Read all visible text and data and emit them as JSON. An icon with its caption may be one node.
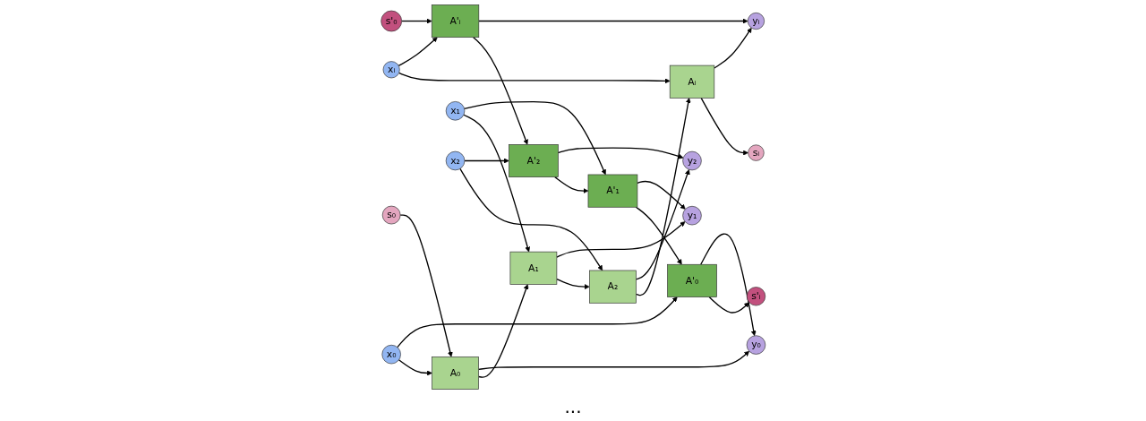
{
  "diagram": {
    "nodes": [
      {
        "text": [
          "y₀"
        ]
      },
      {
        "text": [
          "y₁"
        ]
      },
      {
        "text": [
          "y₂"
        ]
      },
      {
        "text": [
          "yᵢ"
        ]
      },
      {
        "text": [
          "s'ᵢ"
        ]
      },
      {
        "text": [
          "A'₀"
        ]
      },
      {
        "text": [
          "A'₁"
        ]
      },
      {
        "text": [
          "A'₂"
        ]
      },
      {
        "text": [
          "A'ᵢ"
        ]
      },
      {
        "text": [
          "s'₀"
        ]
      },
      {
        "text": [
          "s₀"
        ]
      },
      {
        "text": [
          "A₀"
        ]
      },
      {
        "text": [
          "A₁"
        ]
      },
      {
        "text": [
          "A₂"
        ]
      },
      {
        "text": [
          "Aᵢ"
        ]
      },
      {
        "text": [
          "sᵢ"
        ]
      },
      {
        "text": [
          "x₀"
        ]
      },
      {
        "text": [
          "x₁"
        ]
      },
      {
        "text": [
          "x₂"
        ]
      },
      {
        "text": [
          "xᵢ"
        ]
      }
    ],
    "edges": [
      {
        "from": 10,
        "to": 11,
        "arrow": "to"
      },
      {
        "from": 11,
        "to": 12,
        "arrow": "to"
      },
      {
        "from": 12,
        "to": 13,
        "arrow": "to"
      },
      {
        "from": 13,
        "to": 14,
        "arrow": "to"
      },
      {
        "from": 14,
        "to": 15,
        "arrow": "to"
      },
      {
        "from": 9,
        "to": 8,
        "arrow": "to"
      },
      {
        "from": 8,
        "to": 7,
        "arrow": "to"
      },
      {
        "from": 7,
        "to": 6,
        "arrow": "to"
      },
      {
        "from": 6,
        "to": 5,
        "arrow": "to"
      },
      {
        "from": 5,
        "to": 4,
        "arrow": "to"
      },
      {
        "from": 16,
        "to": 11,
        "arrow": "to"
      },
      {
        "from": 16,
        "to": 5,
        "arrow": "to"
      },
      {
        "from": 17,
        "to": 12,
        "arrow": "to"
      },
      {
        "from": 17,
        "to": 6,
        "arrow": "to"
      },
      {
        "from": 18,
        "to": 13,
        "arrow": "to"
      },
      {
        "from": 18,
        "to": 7,
        "arrow": "to"
      },
      {
        "from": 19,
        "to": 14,
        "arrow": "to"
      },
      {
        "from": 19,
        "to": 8,
        "arrow": "to"
      },
      {
        "from": 5,
        "to": 0,
        "arrow": "to"
      },
      {
        "from": 11,
        "to": 0,
        "arrow": "to"
      },
      {
        "from": 6,
        "to": 1,
        "arrow": "to"
      },
      {
        "from": 12,
        "to": 1,
        "arrow": "to"
      },
      {
        "from": 7,
        "to": 2,
        "arrow": "to"
      },
      {
        "from": 13,
        "to": 2,
        "arrow": "to"
      },
      {
        "from": 8,
        "to": 3,
        "arrow": "to"
      },
      {
        "from": 14,
        "to": 3,
        "arrow": "to"
      }
    ],
    "labels": [
      "..."
    ]
  }
}
